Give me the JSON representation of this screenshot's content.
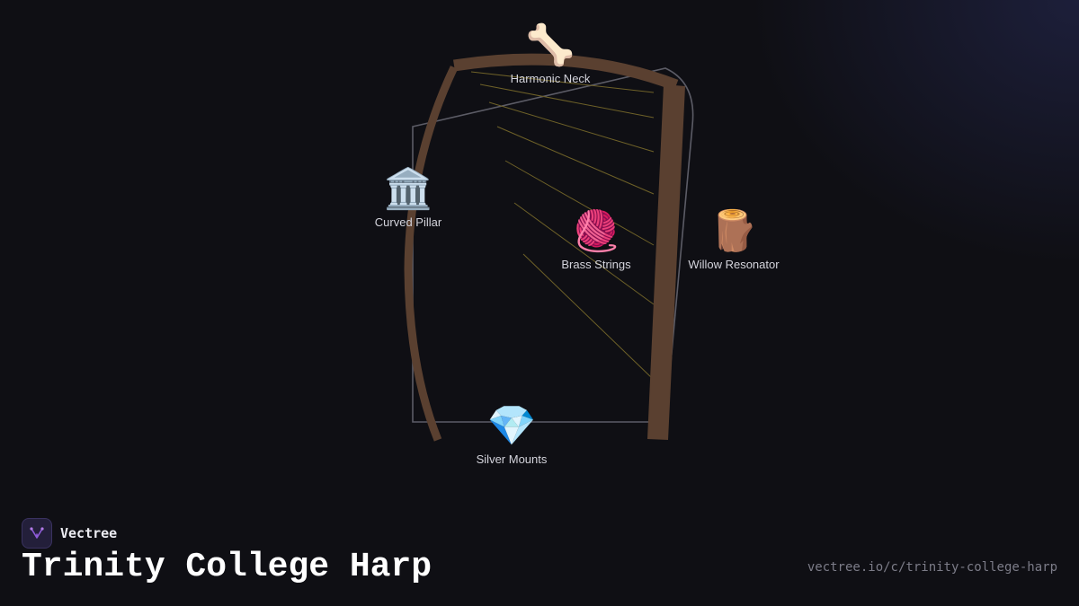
{
  "diagram": {
    "nodes": [
      {
        "id": "harmonic-neck",
        "label": "Harmonic Neck",
        "icon": "bone-icon",
        "glyph": "🦴"
      },
      {
        "id": "curved-pillar",
        "label": "Curved Pillar",
        "icon": "classical-building-icon",
        "glyph": "🏛️"
      },
      {
        "id": "brass-strings",
        "label": "Brass Strings",
        "icon": "yarn-ball-icon",
        "glyph": "🧶"
      },
      {
        "id": "willow-resonator",
        "label": "Willow Resonator",
        "icon": "wood-log-icon",
        "glyph": "🪵"
      },
      {
        "id": "silver-mounts",
        "label": "Silver Mounts",
        "icon": "gem-icon",
        "glyph": "💎"
      }
    ],
    "colors": {
      "frame": "#5a4030",
      "strings": "#6e6128",
      "outline": "#5c5c66",
      "background": "#0f0f14"
    }
  },
  "branding": {
    "name": "Vectree",
    "logo_icon": "vectree-logo-icon",
    "title": "Trinity College Harp",
    "url": "vectree.io/c/trinity-college-harp"
  }
}
